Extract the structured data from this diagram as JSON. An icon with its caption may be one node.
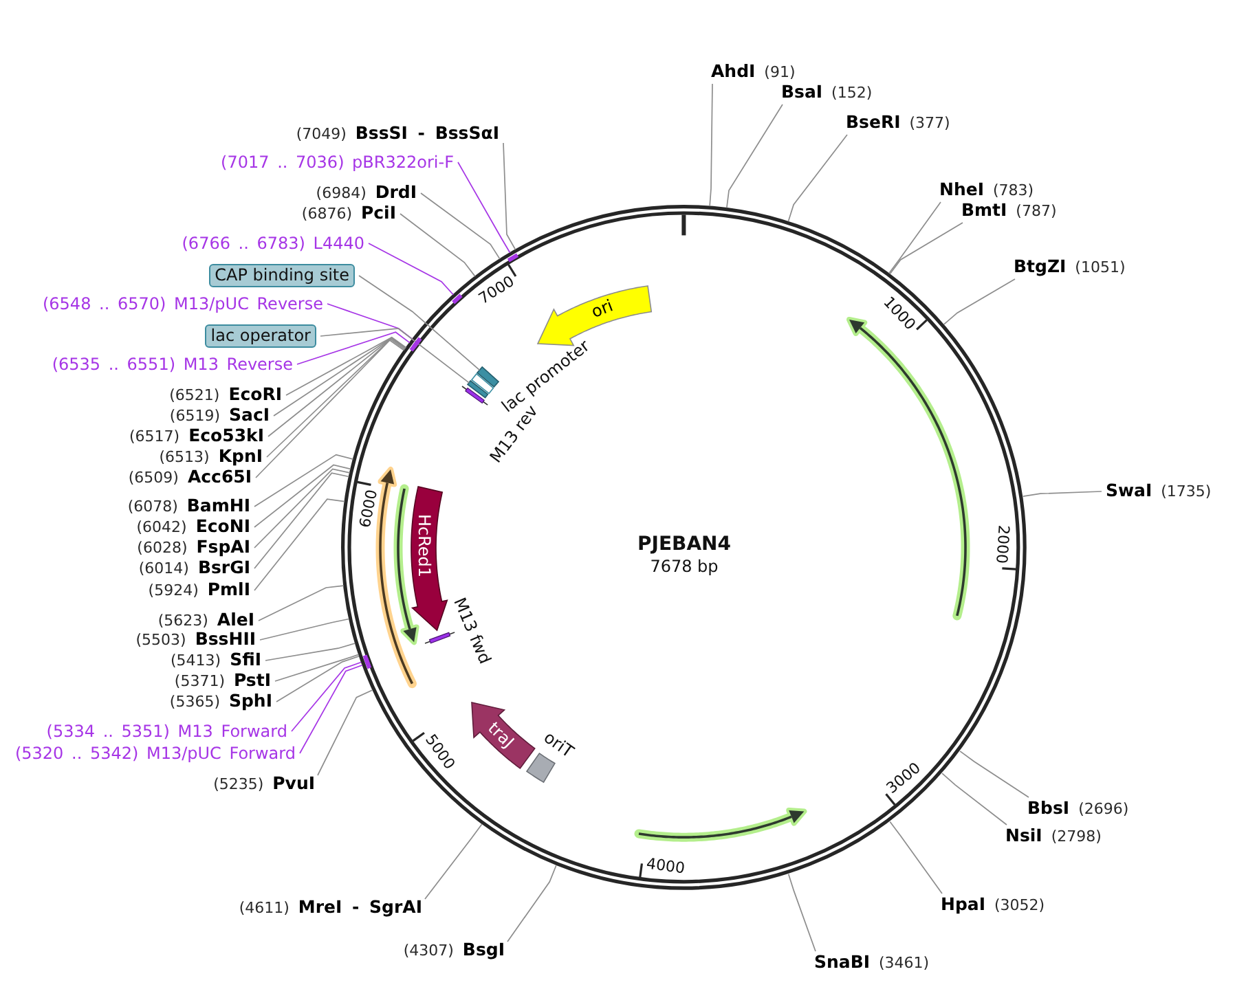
{
  "diagram": {
    "nodes": [
      {
        "text": [
          "PJEBAN4",
          "7678 bp"
        ]
      },
      {
        "text": [
          "ori"
        ],
        "in": 0
      },
      {
        "text": [],
        "shape": "box",
        "in": 0
      },
      {
        "text": [],
        "shape": "box",
        "in": 0,
        "beside": [
          "lac promoter"
        ]
      },
      {
        "text": [],
        "shape": "box",
        "in": 0
      },
      {
        "text": [],
        "shape": "bar",
        "in": 0,
        "beside": [
          "M13 rev"
        ]
      },
      {
        "text": [],
        "shape": "arrow",
        "in": 0
      },
      {
        "text": [],
        "shape": "arrow",
        "in": 0
      },
      {
        "text": [],
        "shape": "arrow",
        "in": 0
      },
      {
        "text": [
          "HcRed1"
        ],
        "in": 0
      },
      {
        "text": [],
        "shape": "bar",
        "in": 0,
        "beside": [
          "M13 fwd"
        ]
      },
      {
        "text": [
          "traJ"
        ],
        "in": 0
      },
      {
        "text": [],
        "shape": "box",
        "in": 0,
        "beside": [
          "oriT"
        ]
      },
      {
        "text": [],
        "shape": "arrow",
        "in": 0
      },
      {
        "text": [
          "**AhdI** (91)"
        ]
      },
      {
        "text": [
          "**BsaI** (152)"
        ]
      },
      {
        "text": [
          "**BseRI** (377)"
        ]
      },
      {
        "text": [
          "(7049) **BssSI - BssSαI**"
        ]
      },
      {
        "text": [
          "(7017 .. 7036) pBR322ori-F"
        ]
      },
      {
        "text": [
          "**NheI** (783)"
        ]
      },
      {
        "text": [
          "(6984) **DrdI**"
        ]
      },
      {
        "text": [
          "**BmtI** (787)"
        ]
      },
      {
        "text": [
          "(6876) **PciI**"
        ]
      },
      {
        "text": [
          "(6766 .. 6783) L4440"
        ]
      },
      {
        "text": [
          "**BtgZI** (1051)"
        ]
      },
      {
        "text": [
          "CAP binding site"
        ]
      },
      {
        "text": [
          "(6548 .. 6570) M13/pUC Reverse"
        ]
      },
      {
        "text": [
          "lac operator"
        ]
      },
      {
        "text": [
          "(6535 .. 6551) M13 Reverse"
        ]
      },
      {
        "text": [
          "(6521) **EcoRI**"
        ]
      },
      {
        "text": [
          "(6519) **SacI**"
        ]
      },
      {
        "text": [
          "(6517) **Eco53kI**"
        ]
      },
      {
        "text": [
          "(6513) **KpnI**"
        ]
      },
      {
        "text": [
          "(6509) **Acc65I**"
        ]
      },
      {
        "text": [
          "**SwaI** (1735)"
        ]
      },
      {
        "text": [
          "(6078) **BamHI**"
        ]
      },
      {
        "text": [
          "(6042) **EcoNI**"
        ]
      },
      {
        "text": [
          "(6028) **FspAI**"
        ]
      },
      {
        "text": [
          "(6014) **BsrGI**"
        ]
      },
      {
        "text": [
          "(5924) **PmlI**"
        ]
      },
      {
        "text": [
          "(5623) **AleI**"
        ]
      },
      {
        "text": [
          "(5503) **BssHII**"
        ]
      },
      {
        "text": [
          "(5413) **SfiI**"
        ]
      },
      {
        "text": [
          "(5371) **PstI**"
        ]
      },
      {
        "text": [
          "(5365) **SphI**"
        ]
      },
      {
        "text": [
          "(5334 .. 5351) M13 Forward"
        ]
      },
      {
        "text": [
          "(5320 .. 5342) M13/pUC Forward"
        ]
      },
      {
        "text": [
          "(5235) **PvuI**"
        ]
      },
      {
        "text": [
          "**BbsI** (2696)"
        ]
      },
      {
        "text": [
          "**NsiI** (2798)"
        ]
      },
      {
        "text": [
          "(4611) **MreI - SgrAI**"
        ]
      },
      {
        "text": [
          "**HpaI** (3052)"
        ]
      },
      {
        "text": [
          "(4307) **BsgI**"
        ]
      },
      {
        "text": [
          "**SnaBI** (3461)"
        ]
      }
    ],
    "edges": [
      {
        "from": 14,
        "to": 0,
        "arrow": "none"
      },
      {
        "from": 15,
        "to": 0,
        "arrow": "none"
      },
      {
        "from": 16,
        "to": 0,
        "arrow": "none"
      },
      {
        "from": 17,
        "to": 0,
        "arrow": "none"
      },
      {
        "from": 18,
        "to": 0,
        "arrow": "none",
        "color": "#a635e6"
      },
      {
        "from": 19,
        "to": 0,
        "arrow": "none"
      },
      {
        "from": 20,
        "to": 0,
        "arrow": "none"
      },
      {
        "from": 21,
        "to": 0,
        "arrow": "none"
      },
      {
        "from": 22,
        "to": 0,
        "arrow": "none"
      },
      {
        "from": 23,
        "to": 0,
        "arrow": "none",
        "color": "#a635e6"
      },
      {
        "from": 24,
        "to": 0,
        "arrow": "none"
      },
      {
        "from": 25,
        "to": 2,
        "arrow": "none"
      },
      {
        "from": 26,
        "to": 0,
        "arrow": "none",
        "color": "#a635e6"
      },
      {
        "from": 27,
        "to": 4,
        "arrow": "none"
      },
      {
        "from": 28,
        "to": 0,
        "arrow": "none",
        "color": "#a635e6"
      },
      {
        "from": 29,
        "to": 0,
        "arrow": "none"
      },
      {
        "from": 30,
        "to": 0,
        "arrow": "none"
      },
      {
        "from": 31,
        "to": 0,
        "arrow": "none"
      },
      {
        "from": 32,
        "to": 0,
        "arrow": "none"
      },
      {
        "from": 33,
        "to": 0,
        "arrow": "none"
      },
      {
        "from": 34,
        "to": 0,
        "arrow": "none"
      },
      {
        "from": 35,
        "to": 0,
        "arrow": "none"
      },
      {
        "from": 36,
        "to": 0,
        "arrow": "none"
      },
      {
        "from": 37,
        "to": 0,
        "arrow": "none"
      },
      {
        "from": 38,
        "to": 0,
        "arrow": "none"
      },
      {
        "from": 39,
        "to": 0,
        "arrow": "none"
      },
      {
        "from": 40,
        "to": 0,
        "arrow": "none"
      },
      {
        "from": 41,
        "to": 0,
        "arrow": "none"
      },
      {
        "from": 42,
        "to": 0,
        "arrow": "none"
      },
      {
        "from": 43,
        "to": 0,
        "arrow": "none"
      },
      {
        "from": 44,
        "to": 0,
        "arrow": "none"
      },
      {
        "from": 45,
        "to": 0,
        "arrow": "none",
        "color": "#a635e6"
      },
      {
        "from": 46,
        "to": 0,
        "arrow": "none",
        "color": "#a635e6"
      },
      {
        "from": 47,
        "to": 0,
        "arrow": "none"
      },
      {
        "from": 48,
        "to": 0,
        "arrow": "none"
      },
      {
        "from": 49,
        "to": 0,
        "arrow": "none"
      },
      {
        "from": 50,
        "to": 0,
        "arrow": "none"
      },
      {
        "from": 51,
        "to": 0,
        "arrow": "none"
      },
      {
        "from": 52,
        "to": 0,
        "arrow": "none"
      },
      {
        "from": 53,
        "to": 0,
        "arrow": "none"
      }
    ],
    "labels": [
      "7000",
      "1000",
      "6000",
      "2000",
      "5000",
      "3000",
      "4000"
    ]
  }
}
